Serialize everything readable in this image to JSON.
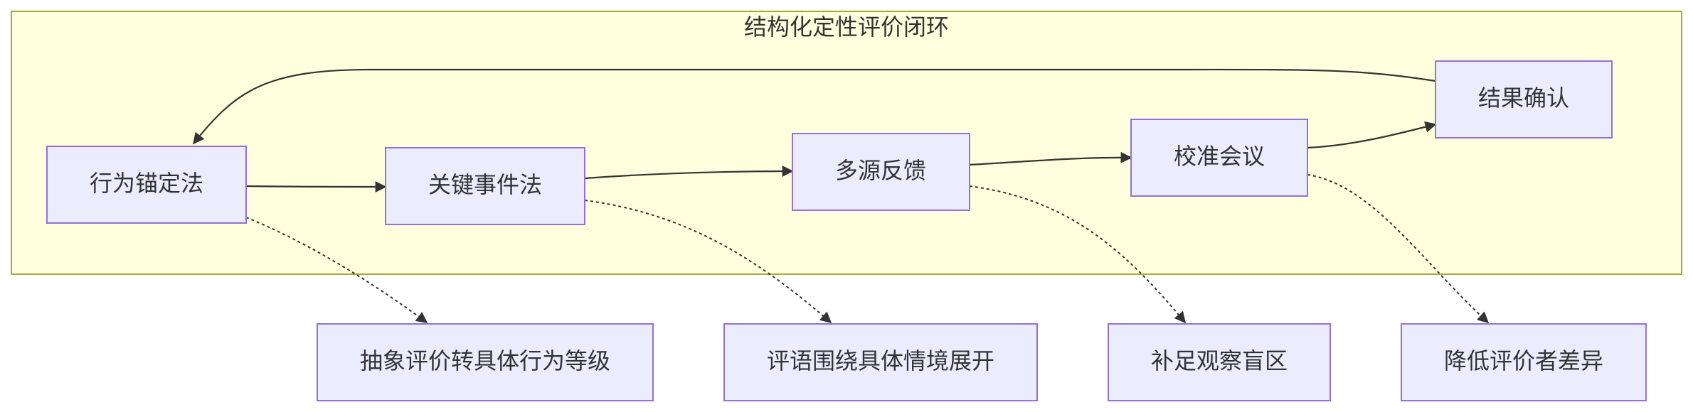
{
  "diagram": {
    "cluster": {
      "title": "结构化定性评价闭环"
    },
    "nodes": {
      "behavior_anchor": "行为锚定法",
      "critical_incident": "关键事件法",
      "multi_source": "多源反馈",
      "calibration": "校准会议",
      "result_confirm": "结果确认",
      "abstract_to_behavior": "抽象评价转具体行为等级",
      "comments_context": "评语围绕具体情境展开",
      "fill_blind_spots": "补足观察盲区",
      "reduce_bias": "降低评价者差异"
    },
    "colors": {
      "cluster_fill": "#ffffde",
      "cluster_stroke": "#aaaa33",
      "node_fill": "#ececff",
      "node_stroke": "#9370db",
      "edge": "#333333",
      "text": "#333333"
    }
  }
}
